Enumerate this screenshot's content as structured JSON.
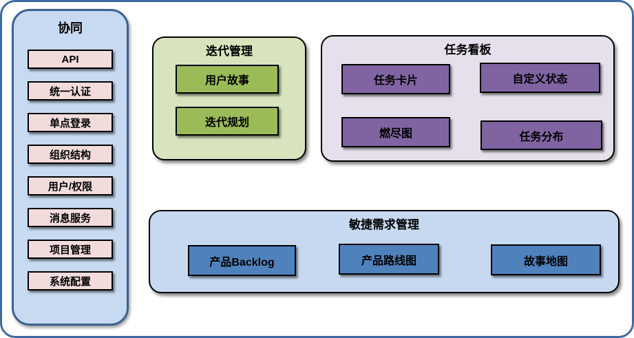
{
  "sidebar": {
    "title": "协同",
    "items": [
      "API",
      "统一认证",
      "单点登录",
      "组织结构",
      "用户/权限",
      "消息服务",
      "项目管理",
      "系统配置"
    ]
  },
  "panels": {
    "iteration": {
      "title": "迭代管理",
      "items": [
        "用户故事",
        "迭代规划"
      ]
    },
    "taskboard": {
      "title": "任务看板",
      "items": [
        "任务卡片",
        "自定义状态",
        "燃尽图",
        "任务分布"
      ]
    },
    "requirements": {
      "title": "敏捷需求管理",
      "items": [
        "产品Backlog",
        "产品路线图",
        "故事地图"
      ]
    }
  },
  "colors": {
    "page_border": "#3f69a2",
    "sidebar_fill": "#c7daf1",
    "sidebar_border": "#3c618f",
    "sidebar_item_fill": "#f2dcdb",
    "iteration_panel_fill": "#d7e4bd",
    "iteration_item_fill": "#9bbb59",
    "taskboard_panel_fill": "#e6e0ec",
    "taskboard_item_fill": "#8064a2",
    "requirements_panel_fill": "#c6d9f0",
    "requirements_item_fill": "#4f81bd",
    "box_border": "#000000",
    "text": "#000000"
  }
}
